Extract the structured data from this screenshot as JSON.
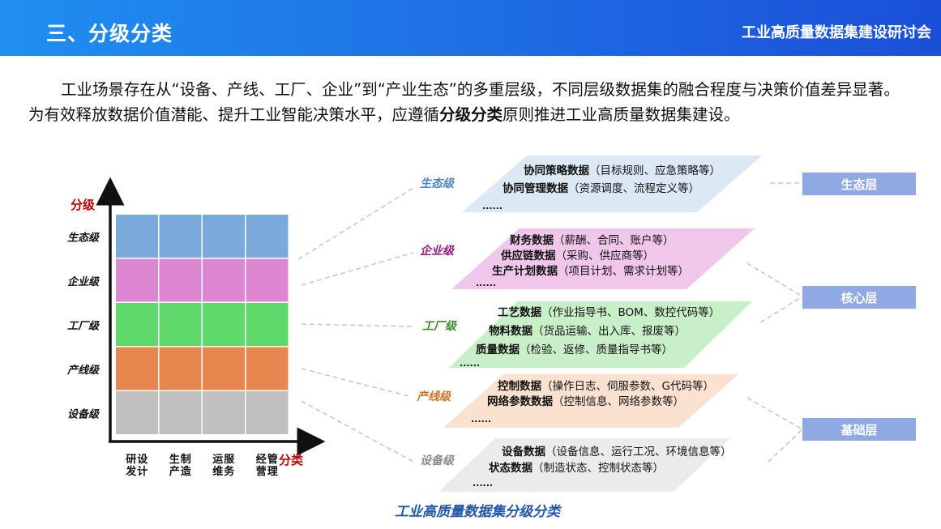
{
  "header": {
    "title": "三、分级分类",
    "event": "工业高质量数据集建设研讨会"
  },
  "intro": {
    "before": "工业场景存在从“设备、产线、工厂、企业”到“产业生态”的多重层级，不同层级数据集的融合程度与决策价值差异显著。为有效释放数据价值潜能、提升工业智能决策水平，应遵循",
    "bold": "分级分类",
    "after": "原则推进工业高质量数据集建设。"
  },
  "matrix": {
    "y_title": "分级",
    "x_title": "分类",
    "levels": [
      "生态级",
      "企业级",
      "工厂级",
      "产线级",
      "设备级"
    ],
    "categories": [
      "研发设计",
      "生产制造",
      "运维服务",
      "经营管理"
    ],
    "colors": [
      "#7aa9db",
      "#dd86d1",
      "#5fd96b",
      "#e88650",
      "#bfbfbf"
    ]
  },
  "planes": [
    {
      "label": "生态级",
      "label_color": "#4f87c9",
      "fill": "#dde8f5",
      "items": [
        {
          "b": "协同策略数据",
          "t": "（目标规则、应急策略等）"
        },
        {
          "b": "协同管理数据",
          "t": "（资源调度、流程定义等）"
        }
      ],
      "more": "......"
    },
    {
      "label": "企业级",
      "label_color": "#8b1f86",
      "fill": "#f0c6ea",
      "items": [
        {
          "b": "财务数据",
          "t": "（薪酬、合同、账户等）"
        },
        {
          "b": "供应链数据",
          "t": "（采购、供应商等）"
        },
        {
          "b": "生产计划数据",
          "t": "（项目计划、需求计划等）"
        }
      ],
      "more": "......"
    },
    {
      "label": "工厂级",
      "label_color": "#3c8a2a",
      "fill": "#c9efc9",
      "items": [
        {
          "b": "工艺数据",
          "t": "（作业指导书、BOM、数控代码等）"
        },
        {
          "b": "物料数据",
          "t": "（货品运输、出入库、报废等）"
        },
        {
          "b": "质量数据",
          "t": "（检验、返修、质量指导书等）"
        }
      ],
      "more": "......"
    },
    {
      "label": "产线级",
      "label_color": "#d2712a",
      "fill": "#fbe1cf",
      "items": [
        {
          "b": "控制数据",
          "t": "（操作日志、伺服参数、G代码等）"
        },
        {
          "b": "网络参数数据",
          "t": "（控制信息、网络参数等）"
        }
      ],
      "more": "......"
    },
    {
      "label": "设备级",
      "label_color": "#8a8a8a",
      "fill": "#ebebeb",
      "items": [
        {
          "b": "设备数据",
          "t": "（设备信息、运行工况、环境信息等）"
        },
        {
          "b": "状态数据",
          "t": "（制造状态、控制状态等）"
        }
      ],
      "more": "......"
    }
  ],
  "layers": [
    "生态层",
    "核心层",
    "基础层"
  ],
  "layer_color": "#91a9e3",
  "caption": "工业高质量数据集分级分类"
}
